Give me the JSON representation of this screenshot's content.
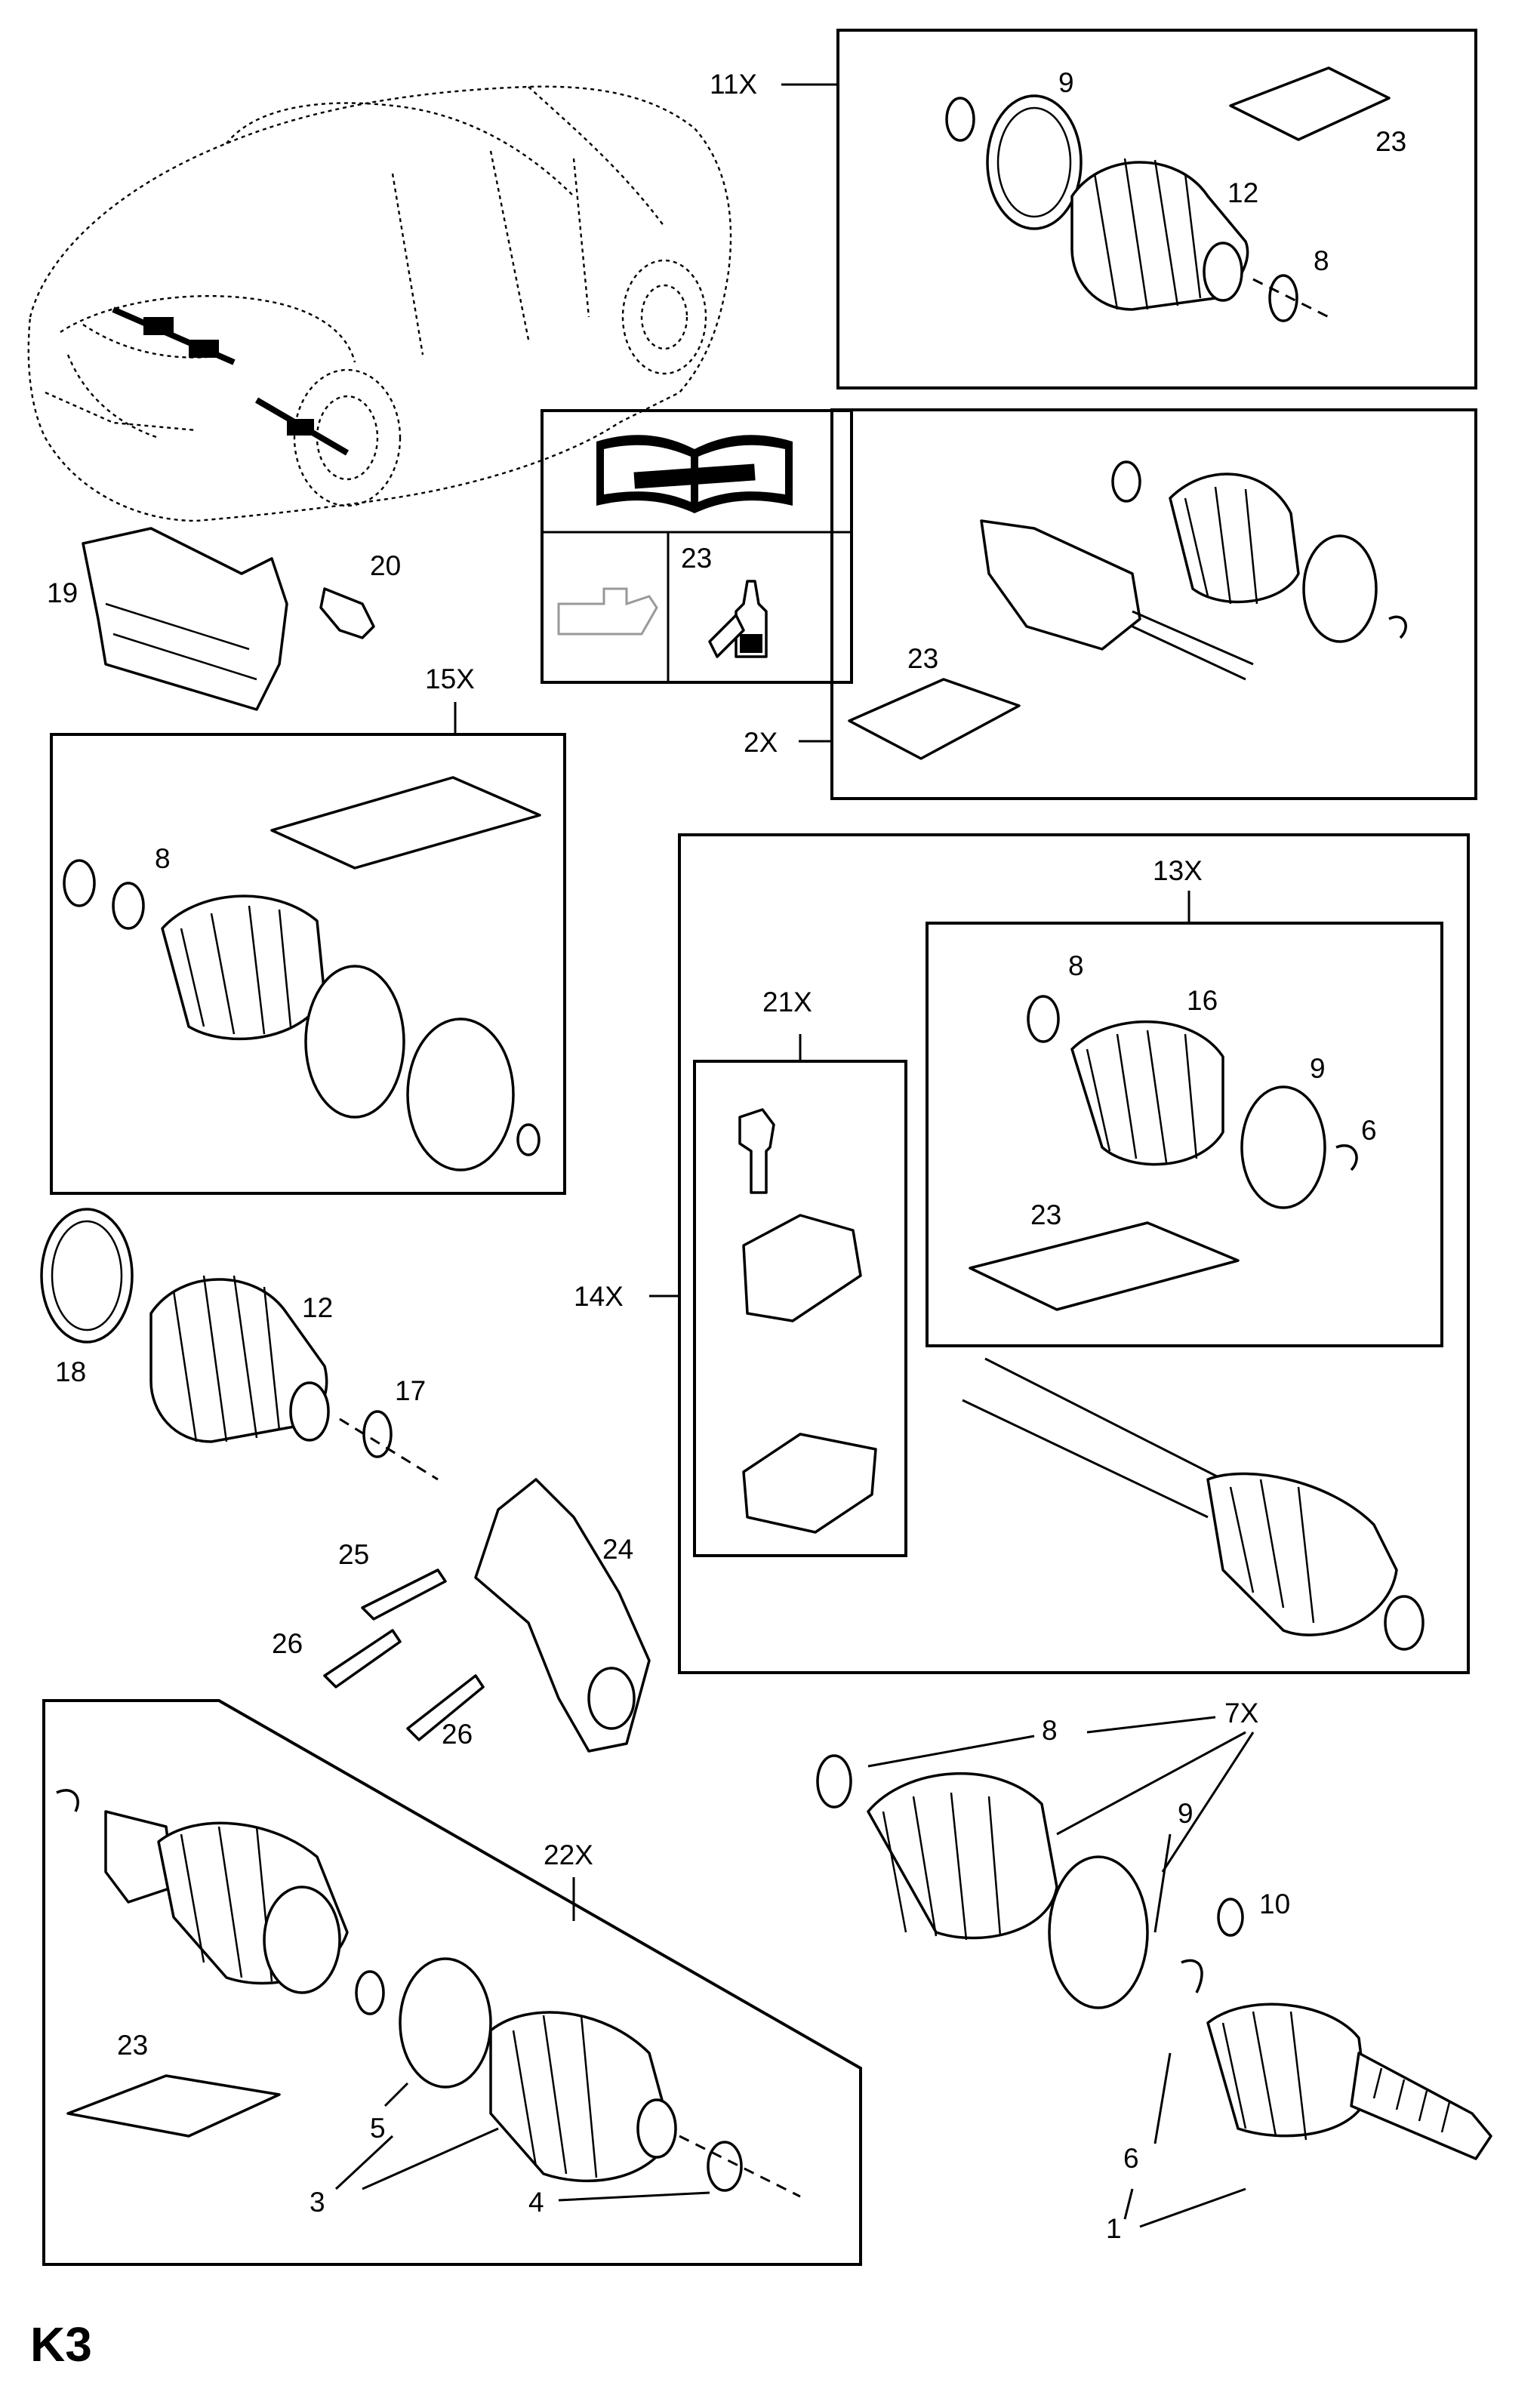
{
  "page_label": "K3",
  "labels": {
    "kit_11x": "11X",
    "kit_2x": "2X",
    "kit_15x": "15X",
    "kit_13x": "13X",
    "kit_14x": "14X",
    "kit_21x": "21X",
    "kit_22x": "22X",
    "kit_7x": "7X",
    "n1": "1",
    "n3": "3",
    "n4": "4",
    "n5": "5",
    "n6a": "6",
    "n6b": "6",
    "n8a": "8",
    "n8b": "8",
    "n8c": "8",
    "n8d": "8",
    "n9a": "9",
    "n9b": "9",
    "n9c": "9",
    "n10": "10",
    "n12a": "12",
    "n12b": "12",
    "n16": "16",
    "n17": "17",
    "n18": "18",
    "n19": "19",
    "n20": "20",
    "n23a": "23",
    "n23b": "23",
    "n23c": "23",
    "n23d": "23",
    "n23e": "23",
    "n24": "24",
    "n25": "25",
    "n26a": "26",
    "n26b": "26"
  },
  "colors": {
    "line": "#000000",
    "background": "#ffffff",
    "faint_icon": "#999999"
  },
  "icons": [
    "repair-manual-icon",
    "oil-can-icon",
    "grease-tube-icon"
  ]
}
